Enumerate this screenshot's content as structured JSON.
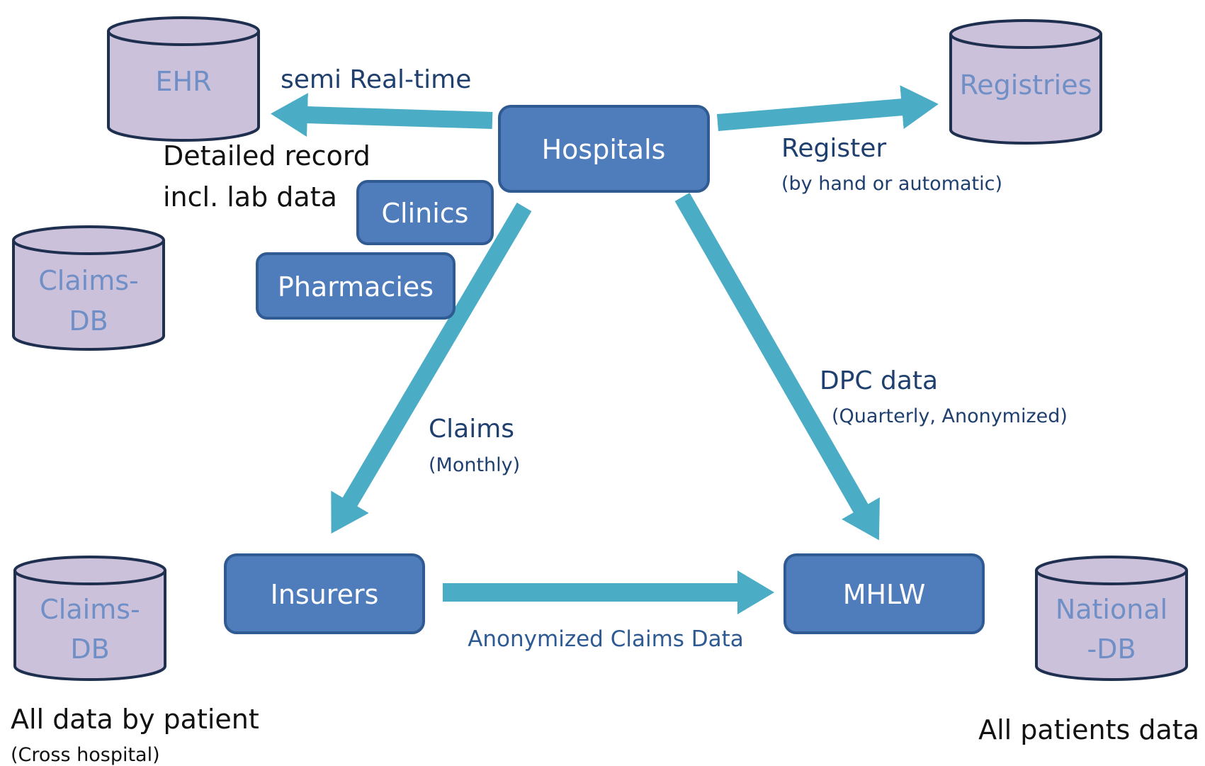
{
  "colors": {
    "box_fill": "#4f7dbc",
    "box_stroke": "#2f5b92",
    "cylinder_fill": "#ccc1da",
    "cylinder_stroke": "#1f2f4f",
    "arrow": "#4bacc6"
  },
  "databases": {
    "ehr": [
      "EHR"
    ],
    "registries": [
      "Registries"
    ],
    "claims_db_top": [
      "Claims-",
      "DB"
    ],
    "claims_db_bottom": [
      "Claims-",
      "DB"
    ],
    "national_db": [
      "National",
      "-DB"
    ]
  },
  "nodes": {
    "hospitals": "Hospitals",
    "clinics": "Clinics",
    "pharmacies": "Pharmacies",
    "insurers": "Insurers",
    "mhlw": "MHLW"
  },
  "edges": {
    "to_ehr": "semi Real-time",
    "to_registries": {
      "main": "Register",
      "sub": "(by hand or automatic)"
    },
    "to_insurers": {
      "main": "Claims",
      "sub": "(Monthly)"
    },
    "to_mhlw_dpc": {
      "main": "DPC data",
      "sub": "(Quarterly, Anonymized)"
    },
    "insurers_to_mhlw": "Anonymized Claims Data"
  },
  "notes": {
    "ehr_detail": [
      "Detailed record",
      "incl. lab data"
    ],
    "claims_db_caption": "All data by patient",
    "claims_db_caption_sub": "(Cross hospital)",
    "national_caption": "All patients data"
  }
}
